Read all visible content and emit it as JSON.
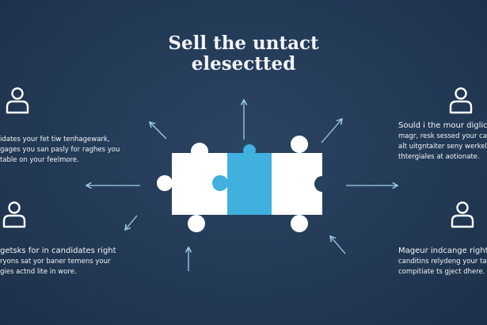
{
  "title": {
    "line1": "Sell the untact",
    "line2": "elesectted"
  },
  "blocks": {
    "top_left": {
      "lines": [
        "idates your fet tiw tenhagewark,",
        "gages you san pasly for raghes you",
        "table on your feelmore."
      ]
    },
    "bottom_left": {
      "lines": [
        "getsks for in candidates right",
        "ryons sat yor baner temens your",
        "gies actnd lite in wore."
      ]
    },
    "top_right": {
      "lines": [
        "Sould i the mour diglics",
        "magr, resk sessed your candid",
        "alt uitgntaiter seny werkel, pr",
        "thtergiales at aotionate."
      ]
    },
    "bottom_right": {
      "lines": [
        "Mageur indcange right, rig",
        "canditins relydeng your targett",
        "compitiate ts gject dhere."
      ]
    }
  },
  "icons": [
    "person-icon",
    "person-icon",
    "person-icon",
    "person-icon"
  ],
  "colors": {
    "background": "#233a56",
    "puzzle_white": "#ffffff",
    "puzzle_accent": "#40b0de",
    "arrow": "#9fd0ea"
  }
}
